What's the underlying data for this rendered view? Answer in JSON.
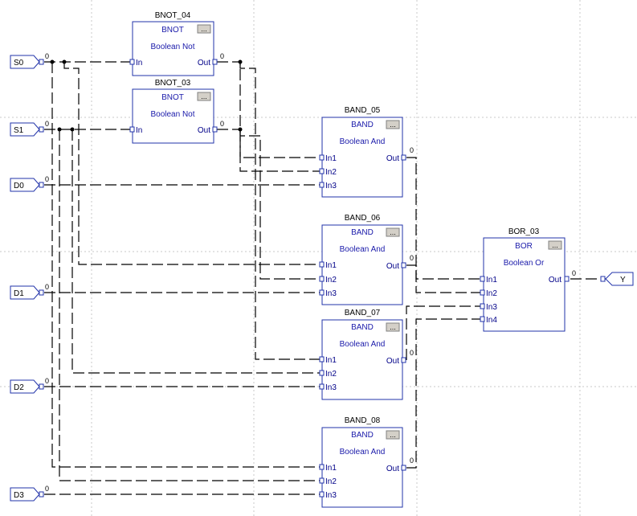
{
  "inputs": [
    {
      "label": "S0",
      "value": "0"
    },
    {
      "label": "S1",
      "value": "0"
    },
    {
      "label": "D0",
      "value": "0"
    },
    {
      "label": "D1",
      "value": "0"
    },
    {
      "label": "D2",
      "value": "0"
    },
    {
      "label": "D3",
      "value": "0"
    }
  ],
  "output": {
    "label": "Y",
    "value": "0"
  },
  "blocks": {
    "bnot_04": {
      "tag": "BNOT_04",
      "type": "BNOT",
      "desc": "Boolean Not",
      "in": "In",
      "out": "Out",
      "out_value": "0",
      "button": "..."
    },
    "bnot_03": {
      "tag": "BNOT_03",
      "type": "BNOT",
      "desc": "Boolean Not",
      "in": "In",
      "out": "Out",
      "out_value": "0",
      "button": "..."
    },
    "band_05": {
      "tag": "BAND_05",
      "type": "BAND",
      "desc": "Boolean And",
      "in1": "In1",
      "in2": "In2",
      "in3": "In3",
      "out": "Out",
      "out_value": "0",
      "button": "..."
    },
    "band_06": {
      "tag": "BAND_06",
      "type": "BAND",
      "desc": "Boolean And",
      "in1": "In1",
      "in2": "In2",
      "in3": "In3",
      "out": "Out",
      "out_value": "0",
      "button": "..."
    },
    "band_07": {
      "tag": "BAND_07",
      "type": "BAND",
      "desc": "Boolean And",
      "in1": "In1",
      "in2": "In2",
      "in3": "In3",
      "out": "Out",
      "out_value": "0",
      "button": "..."
    },
    "band_08": {
      "tag": "BAND_08",
      "type": "BAND",
      "desc": "Boolean And",
      "in1": "In1",
      "in2": "In2",
      "in3": "In3",
      "out": "Out",
      "out_value": "0",
      "button": "..."
    },
    "bor_03": {
      "tag": "BOR_03",
      "type": "BOR",
      "desc": "Boolean Or",
      "in1": "In1",
      "in2": "In2",
      "in3": "In3",
      "in4": "In4",
      "out": "Out",
      "out_value": "0",
      "button": "..."
    }
  }
}
